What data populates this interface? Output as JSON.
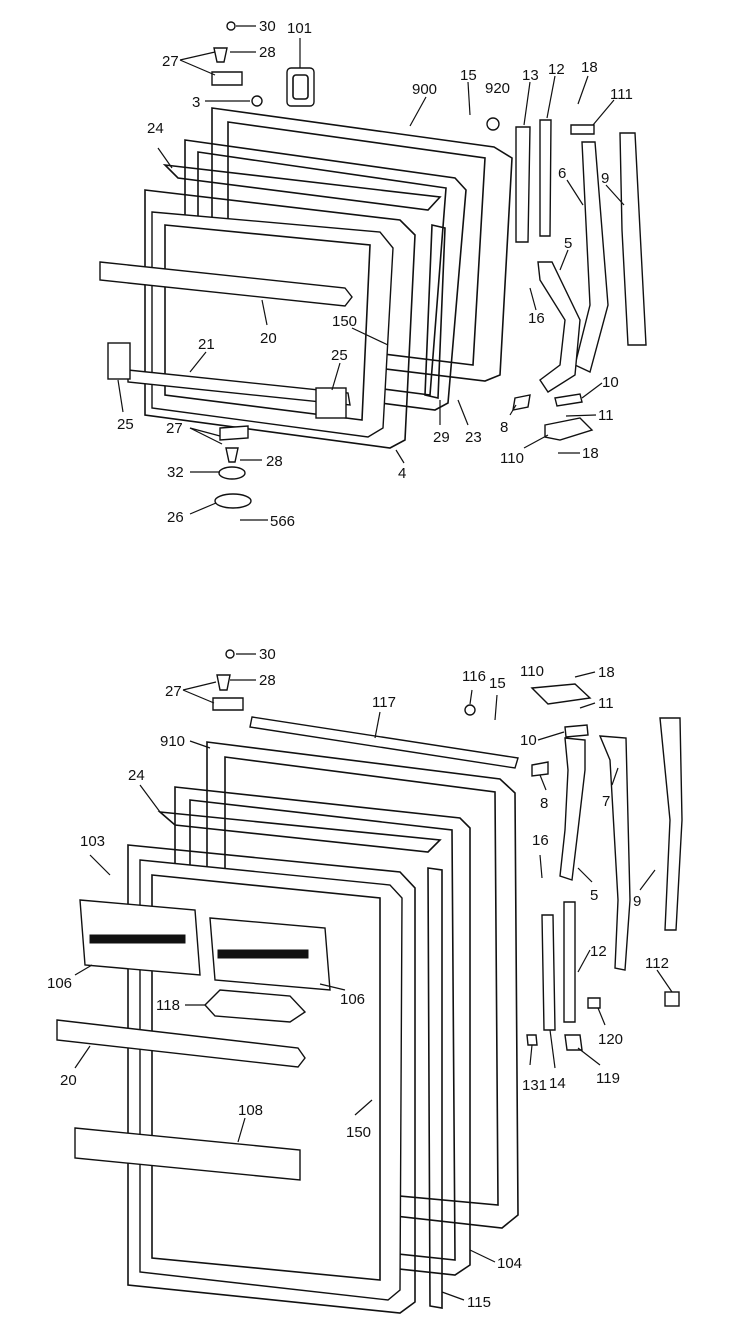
{
  "labels": {
    "upper": [
      "30",
      "28",
      "27",
      "101",
      "3",
      "15",
      "920",
      "900",
      "13",
      "12",
      "18",
      "111",
      "24",
      "6",
      "9",
      "5",
      "16",
      "20",
      "150",
      "21",
      "25",
      "25",
      "10",
      "11",
      "8",
      "110",
      "18",
      "29",
      "23",
      "4",
      "27",
      "28",
      "32",
      "26",
      "566"
    ],
    "lower": [
      "30",
      "28",
      "27",
      "116",
      "15",
      "110",
      "18",
      "117",
      "11",
      "910",
      "10",
      "24",
      "8",
      "7",
      "103",
      "16",
      "9",
      "5",
      "106",
      "106",
      "12",
      "112",
      "118",
      "120",
      "20",
      "131",
      "14",
      "119",
      "108",
      "150",
      "104",
      "115"
    ]
  }
}
